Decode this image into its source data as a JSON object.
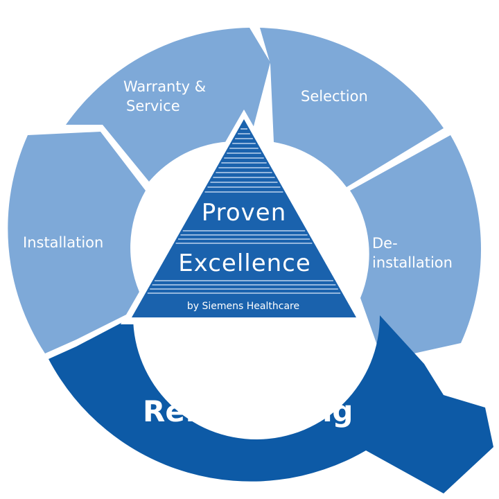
{
  "segments": {
    "warranty": {
      "line1": "Warranty &",
      "line2": "Service"
    },
    "selection": {
      "label": "Selection"
    },
    "deinstallation": {
      "line1": "De-",
      "line2": "installation"
    },
    "installation": {
      "label": "Installation"
    },
    "refurbishing": {
      "label": "Refurbishing"
    }
  },
  "pyramid": {
    "line1": "Proven",
    "line2": "Excellence",
    "byline": "by Siemens Healthcare"
  },
  "colors": {
    "light_segment": "#7ea9d8",
    "dark_segment": "#0d5aa6",
    "pyramid_fill": "#1a62ad",
    "background": "#ffffff"
  }
}
